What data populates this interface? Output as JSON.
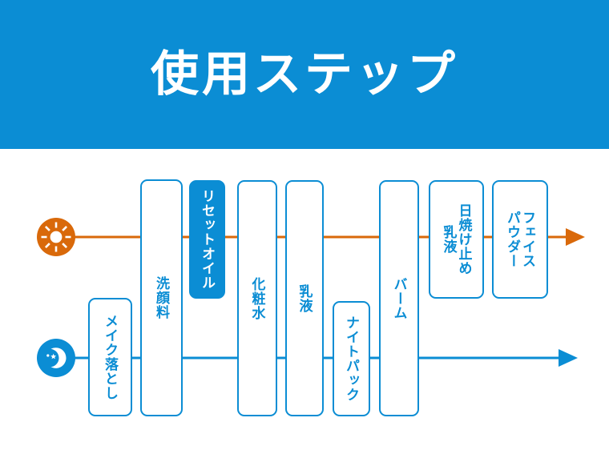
{
  "header": {
    "title": "使用ステップ"
  },
  "colors": {
    "brand_blue": "#0b8dd4",
    "day_orange": "#d9690a",
    "white": "#ffffff"
  },
  "diagram": {
    "type": "process-flow",
    "tracks": [
      {
        "id": "day",
        "icon": "sun-icon",
        "icon_color": "#d9690a",
        "line_color": "#d9690a",
        "arrow": "right-arrow",
        "steps": [
          "洗顔料",
          "リセットオイル",
          "化粧水",
          "乳液",
          "バーム",
          "日焼け止め乳液",
          "フェイスパウダー"
        ]
      },
      {
        "id": "night",
        "icon": "moon-icon",
        "icon_color": "#0b8dd4",
        "line_color": "#0b8dd4",
        "arrow": "right-arrow",
        "steps": [
          "メイク落とし",
          "洗顔料",
          "化粧水",
          "乳液",
          "ナイトパック",
          "バーム"
        ]
      }
    ],
    "boxes": [
      {
        "id": "makeup-remover",
        "label": "メイク落とし",
        "label_lines": "メイク落とし",
        "highlighted": false,
        "tracks": [
          "night"
        ]
      },
      {
        "id": "face-wash",
        "label": "洗顔料",
        "label_lines": "洗顔料",
        "highlighted": false,
        "tracks": [
          "day",
          "night"
        ]
      },
      {
        "id": "reset-oil",
        "label": "リセットオイル",
        "label_lines": "リセットオイル",
        "highlighted": true,
        "tracks": [
          "day"
        ]
      },
      {
        "id": "toner",
        "label": "化粧水",
        "label_lines": "化粧水",
        "highlighted": false,
        "tracks": [
          "day",
          "night"
        ]
      },
      {
        "id": "emulsion",
        "label": "乳液",
        "label_lines": "乳液",
        "highlighted": false,
        "tracks": [
          "day",
          "night"
        ]
      },
      {
        "id": "night-pack",
        "label": "ナイトパック",
        "label_lines": "ナイトパック",
        "highlighted": false,
        "tracks": [
          "night"
        ]
      },
      {
        "id": "balm",
        "label": "バーム",
        "label_lines": "バーム",
        "highlighted": false,
        "tracks": [
          "day",
          "night"
        ]
      },
      {
        "id": "sunscreen",
        "label": "日焼け止め乳液",
        "label_lines": "日焼け止め\n乳液",
        "highlighted": false,
        "tracks": [
          "day"
        ]
      },
      {
        "id": "face-powder",
        "label": "フェイスパウダー",
        "label_lines": "フェイス\nパウダー",
        "highlighted": false,
        "tracks": [
          "day"
        ]
      }
    ]
  }
}
